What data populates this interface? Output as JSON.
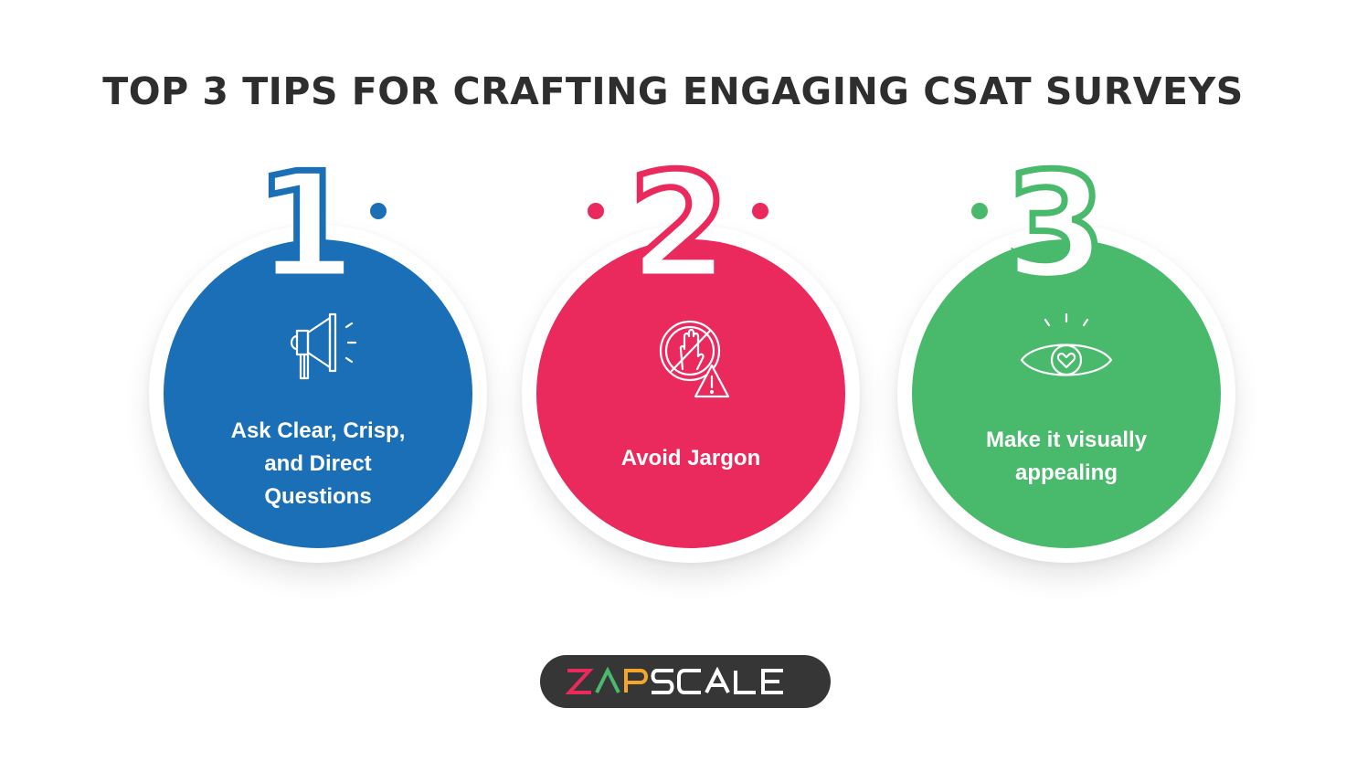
{
  "title": "TOP 3 TIPS FOR CRAFTING ENGAGING CSAT SURVEYS",
  "colors": {
    "title": "#2e2e2e",
    "blue": "#1b6fb6",
    "pink": "#ea2a5d",
    "green": "#49b96c",
    "logo_bg": "#363636"
  },
  "steps": [
    {
      "number": "1",
      "lines": [
        "Ask Clear, Crisp,",
        "and Direct",
        "Questions"
      ],
      "icon": "megaphone-icon",
      "color": "#1b6fb6"
    },
    {
      "number": "2",
      "lines": [
        "Avoid Jargon"
      ],
      "icon": "no-hand-warning-icon",
      "color": "#ea2a5d"
    },
    {
      "number": "3",
      "lines": [
        "Make it visually",
        "appealing"
      ],
      "icon": "eye-heart-icon",
      "color": "#49b96c"
    }
  ],
  "logo": {
    "text": "ZAPSCALE",
    "colors": {
      "z": "#ea2a5d",
      "a": "#49b96c",
      "p": "#f4a62a",
      "rest": "#ffffff"
    }
  }
}
